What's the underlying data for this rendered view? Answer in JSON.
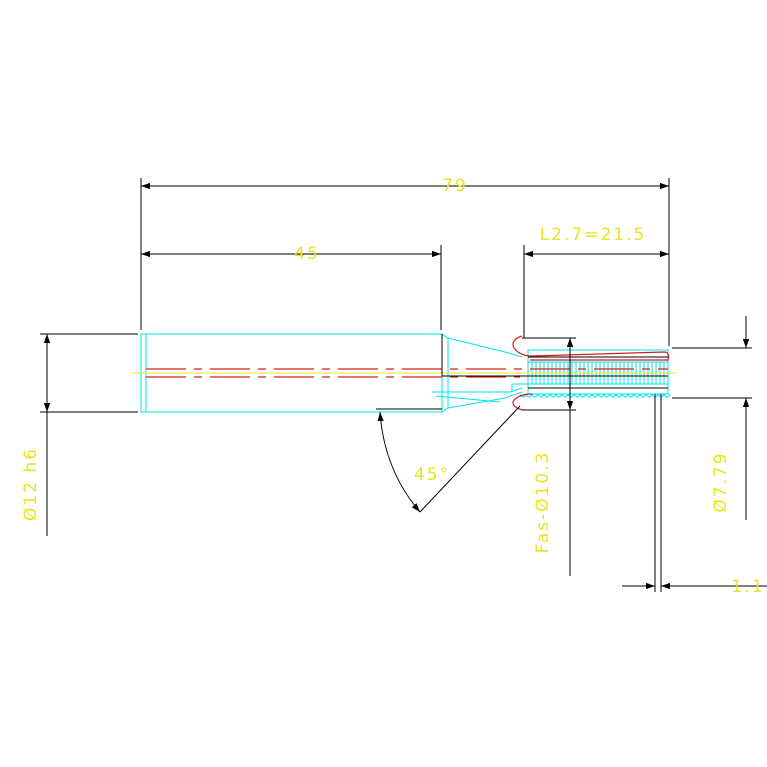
{
  "drawing": {
    "dimensions": {
      "overall_length": "79",
      "shank_length": "45",
      "thread_length": "L2.7=21.5",
      "shank_diameter": "Ø12 h6",
      "chamfer_angle": "45°",
      "chamfer_diameter": "Fas-Ø10.3",
      "thread_diameter": "Ø7.79",
      "end_offset": "1.1"
    },
    "colors": {
      "background": "#ffffff",
      "dimension_lines": "#000000",
      "dimension_text": "#e6e61e",
      "part_outline": "#00e5ee",
      "centerline": "#d42020",
      "axis": "#e6e61e",
      "highlight": "#d42020"
    }
  }
}
